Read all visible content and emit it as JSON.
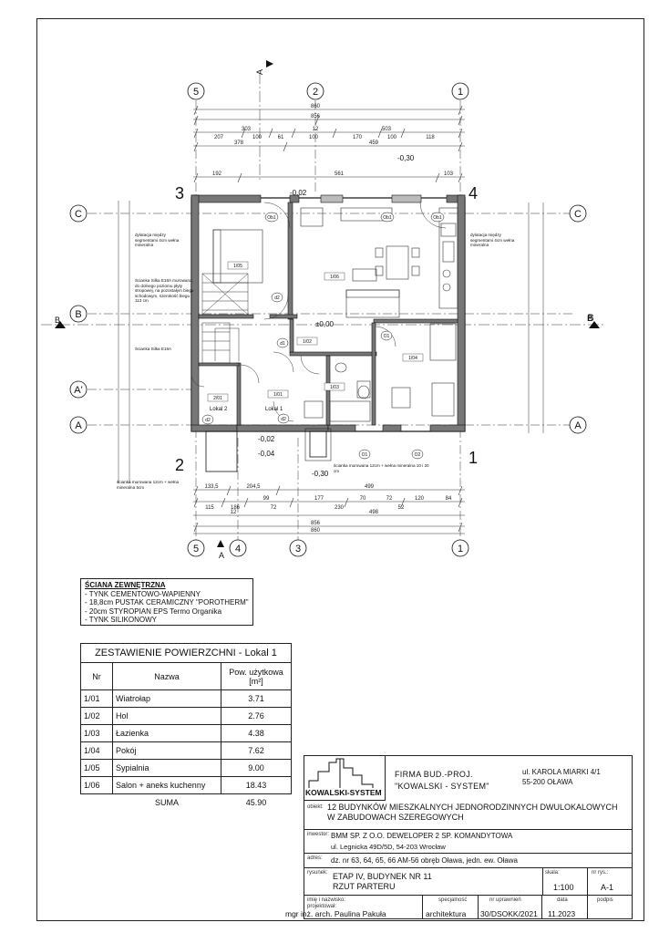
{
  "plan": {
    "grid_top": [
      "5",
      "2",
      "1"
    ],
    "grid_bottom": [
      "5",
      "4",
      "3",
      "1"
    ],
    "grid_left": [
      "C",
      "B",
      "A'",
      "A"
    ],
    "grid_right": [
      "C",
      "B",
      "A"
    ],
    "corner_labels": [
      "3",
      "4",
      "2",
      "1"
    ],
    "section_labels": [
      "A",
      "A",
      "B",
      "B"
    ],
    "dim_top": [
      "860",
      "856",
      "303",
      "12",
      "503",
      "207",
      "100",
      "61",
      "100",
      "170",
      "100",
      "118",
      "378",
      "459",
      "192",
      "561",
      "103"
    ],
    "dim_bottom": [
      "133,5",
      "204,5",
      "499",
      "99",
      "177",
      "70",
      "72",
      "120",
      "84",
      "115",
      "186",
      "72",
      "230",
      "52",
      "12",
      "498",
      "856",
      "860"
    ],
    "level_labels": [
      "-0,30",
      "-0,02",
      "±0,00",
      "-0,02",
      "-0,04",
      "-0,30"
    ],
    "rooms": [
      {
        "no": "1/05",
        "kind": "room-tag"
      },
      {
        "no": "1/06",
        "kind": "room-tag"
      },
      {
        "no": "1/04",
        "kind": "room-tag"
      },
      {
        "no": "1/03",
        "kind": "room-tag"
      },
      {
        "no": "1/01",
        "kind": "room-tag"
      },
      {
        "no": "1/02",
        "kind": "room-tag"
      },
      {
        "no": "2/01",
        "kind": "room-tag"
      }
    ],
    "local_labels": [
      "Lokal 1",
      "Lokal 2"
    ],
    "door_tags": [
      "d2",
      "d1",
      "d2",
      "d2",
      "Ob1",
      "Ob1",
      "Ob1",
      "O1",
      "O1",
      "O2"
    ],
    "notes": {
      "dylatacja_left": "dylatacja między segmentami 4cm wełna mineralna",
      "dylatacja_right": "dylatacja między segmentami 4cm wełna mineralna",
      "silka_stair": "Ścianka Silka E18A murowana, do dolnego poziomu płyty stropowej, na pozostałym biegu schodowym, szerokość biegu 113 cm",
      "silka_18": "Ścianka Silka E18A",
      "wall_bottom_right": "ścianka murowana 12cm + wełna mineralna 10 i 20 cm",
      "wall_bottom_left": "ścianka murowana 12cm + wełna mineralna 5cm"
    }
  },
  "legend": {
    "title": "ŚCIANA ZEWNĘTRZNA",
    "items": [
      "- TYNK CEMENTOWO-WAPIENNY",
      "- 18,8cm PUSTAK CERAMICZNY \"POROTHERM\"",
      "- 20cm STYROPIAN EPS Termo Organika",
      "- TYNK SILIKONOWY"
    ]
  },
  "area_table": {
    "caption": "ZESTAWIENIE POWIERZCHNI - Lokal 1",
    "headers": [
      "Nr",
      "Nazwa",
      "Pow. użytkowa [m²]"
    ],
    "rows": [
      {
        "nr": "1/01",
        "name": "Wiatrołap",
        "area": "3.71"
      },
      {
        "nr": "1/02",
        "name": "Hol",
        "area": "2.76"
      },
      {
        "nr": "1/03",
        "name": "Łazienka",
        "area": "4.38"
      },
      {
        "nr": "1/04",
        "name": "Pokój",
        "area": "7.62"
      },
      {
        "nr": "1/05",
        "name": "Sypialnia",
        "area": "9.00"
      },
      {
        "nr": "1/06",
        "name": "Salon + aneks kuchenny",
        "area": "18.43"
      }
    ],
    "sum_label": "SUMA",
    "sum_value": "45.90"
  },
  "title_block": {
    "logo_text": "KOWALSKI-SYSTEM",
    "firm_line1": "FIRMA BUD.-PROJ.",
    "firm_line2": "\"KOWALSKI - SYSTEM\"",
    "address1": "ul. KAROLA MIARKI 4/1",
    "address2": "55-200 OŁAWA",
    "obiekt_label": "obiekt:",
    "obiekt1": "12 BUDYNKÓW MIESZKALNYCH JEDNORODZINNYCH DWULOKALOWYCH",
    "obiekt2": "W ZABUDOWACH SZEREGOWYCH",
    "inwestor_label": "inwestor:",
    "inwestor1": "BMM SP. Z O.O. DEWELOPER 2 SP. KOMANDYTOWA",
    "inwestor2": "ul. Legnicka 49D/5D, 54-203 Wrocław",
    "adres_label": "adres:",
    "adres": "dz. nr 63, 64, 65, 66 AM-56  obręb Oława, jedn. ew. Oława",
    "rysunek_label": "rysunek:",
    "rysunek1": "ETAP IV, BUDYNEK NR 11",
    "rysunek2": "RZUT PARTERU",
    "skala_label": "skala:",
    "skala": "1:100",
    "nr_rys_label": "nr rys.:",
    "nr_rys": "A-1",
    "imie_label": "imię i nazwisko:",
    "projektowal_label": "projektował:",
    "projektant": "mgr inż. arch. Paulina Pakuła",
    "specjalnosc_label": "specjalność",
    "specjalnosc": "architektura",
    "uprawnienia_label": "nr uprawnień",
    "uprawnienia": "30/DSOKK/2021",
    "data_label": "data",
    "data": "11.2023",
    "podpis_label": "podpis"
  }
}
